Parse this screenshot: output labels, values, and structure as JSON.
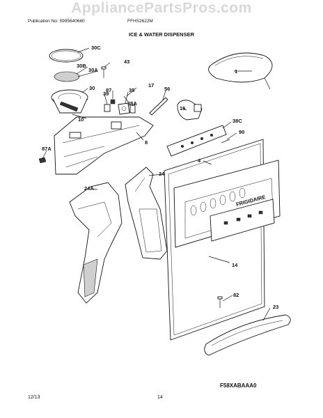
{
  "watermark": "AppliancePartsPros.com",
  "header": {
    "publication": "Publication No: 5995640660",
    "model": "FFHS2622M",
    "title": "ICE & WATER DISPENSER"
  },
  "callouts": {
    "c1": "1",
    "c4": "4",
    "c8": "8",
    "c10": "10",
    "c14": "14",
    "c15": "15",
    "c17": "17",
    "c23": "23",
    "c24": "24",
    "c24a": "24A",
    "c30": "30",
    "c30a": "30A",
    "c30b": "30B",
    "c30c": "30C",
    "c35": "35",
    "c38a": "38A",
    "c38c": "38C",
    "c39": "39",
    "c43": "43",
    "c56": "56",
    "c82": "82",
    "c87": "87",
    "c87a": "87A",
    "c90": "90"
  },
  "panel_brand": "FRIGIDAIRE",
  "figure_code": "F58XABAAA0",
  "footer": {
    "date": "12/13",
    "page": "14"
  }
}
